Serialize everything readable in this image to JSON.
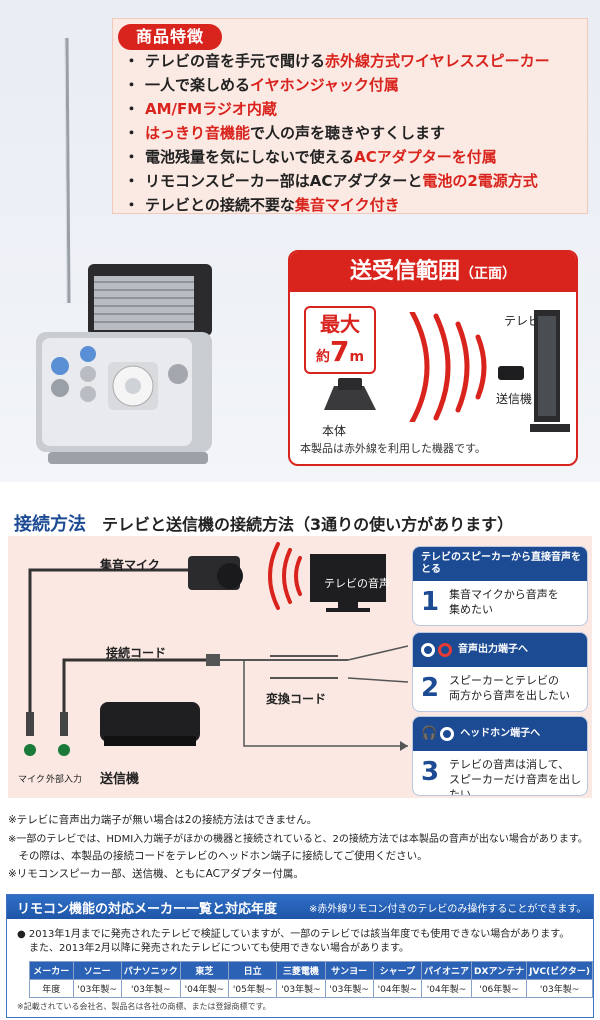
{
  "features": {
    "title": "商品特徴",
    "items": [
      {
        "pre": "テレビの音を手元で聞ける",
        "hl": "赤外線方式ワイヤレススピーカー",
        "post": ""
      },
      {
        "pre": "一人で楽しめる",
        "hl": "イヤホンジャック付属",
        "post": ""
      },
      {
        "pre": "",
        "hl": "AM/FMラジオ内蔵",
        "post": ""
      },
      {
        "pre": "",
        "hl": "はっきり音機能",
        "post": "で人の声を聴きやすくします"
      },
      {
        "pre": "電池残量を気にしないで使える",
        "hl": "ACアダプターを付属",
        "post": ""
      },
      {
        "pre": "リモコンスピーカー部はACアダプターと",
        "hl": "電池の2電源方式",
        "post": ""
      },
      {
        "pre": "テレビとの接続不要な",
        "hl": "集音マイク付き",
        "post": ""
      }
    ]
  },
  "range": {
    "title": "送受信範囲",
    "title_sub": "（正面）",
    "max_label": "最大",
    "max_prefix": "約",
    "max_value": "7",
    "max_unit": "m",
    "tv_label": "テレビ",
    "tx_label": "送信機",
    "body_label": "本体",
    "note": "本製品は赤外線を利用した機器です。"
  },
  "howto": {
    "title": "接続方法",
    "subtitle": "テレビと送信機の接続方法（3通りの使い方があります）",
    "mic_label": "集音マイク",
    "cord_label": "接続コード",
    "converter_label": "変換コード",
    "tx_label": "送信機",
    "mic_in": "マイク",
    "ext_in": "外部入力",
    "tv_sound": "テレビの音声",
    "options": [
      {
        "num": "1",
        "head": "テレビのスピーカーから直接音声をとる",
        "body1": "集音マイクから音声を",
        "body2": "集めたい"
      },
      {
        "num": "2",
        "head": "音声出力端子へ",
        "body1": "スピーカーとテレビの",
        "body2": "両方から音声を出したい"
      },
      {
        "num": "3",
        "head": "ヘッドホン端子へ",
        "body1": "テレビの音声は消して、",
        "body2": "スピーカーだけ音声を出したい"
      }
    ]
  },
  "notes": [
    "※テレビに音声出力端子が無い場合は2の接続方法はできません。",
    "※一部のテレビでは、HDMI入力端子がほかの機器と接続されていると、2の接続方法では本製品の音声が出ない場合があります。",
    "　その際は、本製品の接続コードをテレビのヘッドホン端子に接続してご使用ください。",
    "※リモコンスピーカー部、送信機、ともにACアダプター付属。"
  ],
  "makers": {
    "title": "リモコン機能の対応メーカー一覧と対応年度",
    "note": "※赤外線リモコン付きのテレビのみ操作することができます。",
    "line1": "● 2013年1月までに発売されたテレビで検証していますが、一部のテレビでは該当年度でも使用できない場合があります。",
    "line2": "また、2013年2月以降に発売されたテレビについても使用できない場合があります。",
    "header": [
      "メーカー",
      "ソニー",
      "パナソニック",
      "東芝",
      "日立",
      "三菱電機",
      "サンヨー",
      "シャープ",
      "パイオニア",
      "DXアンテナ",
      "JVC(ビクター)"
    ],
    "years": [
      "年度",
      "'03年製~",
      "'03年製~",
      "'04年製~",
      "'05年製~",
      "'03年製~",
      "'03年製~",
      "'04年製~",
      "'04年製~",
      "'06年製~",
      "'03年製~"
    ],
    "footnote": "※記載されている会社名、製品名は各社の商標、または登録商標です。"
  },
  "colors": {
    "accent_red": "#d9231d",
    "accent_blue": "#1c4b93"
  }
}
